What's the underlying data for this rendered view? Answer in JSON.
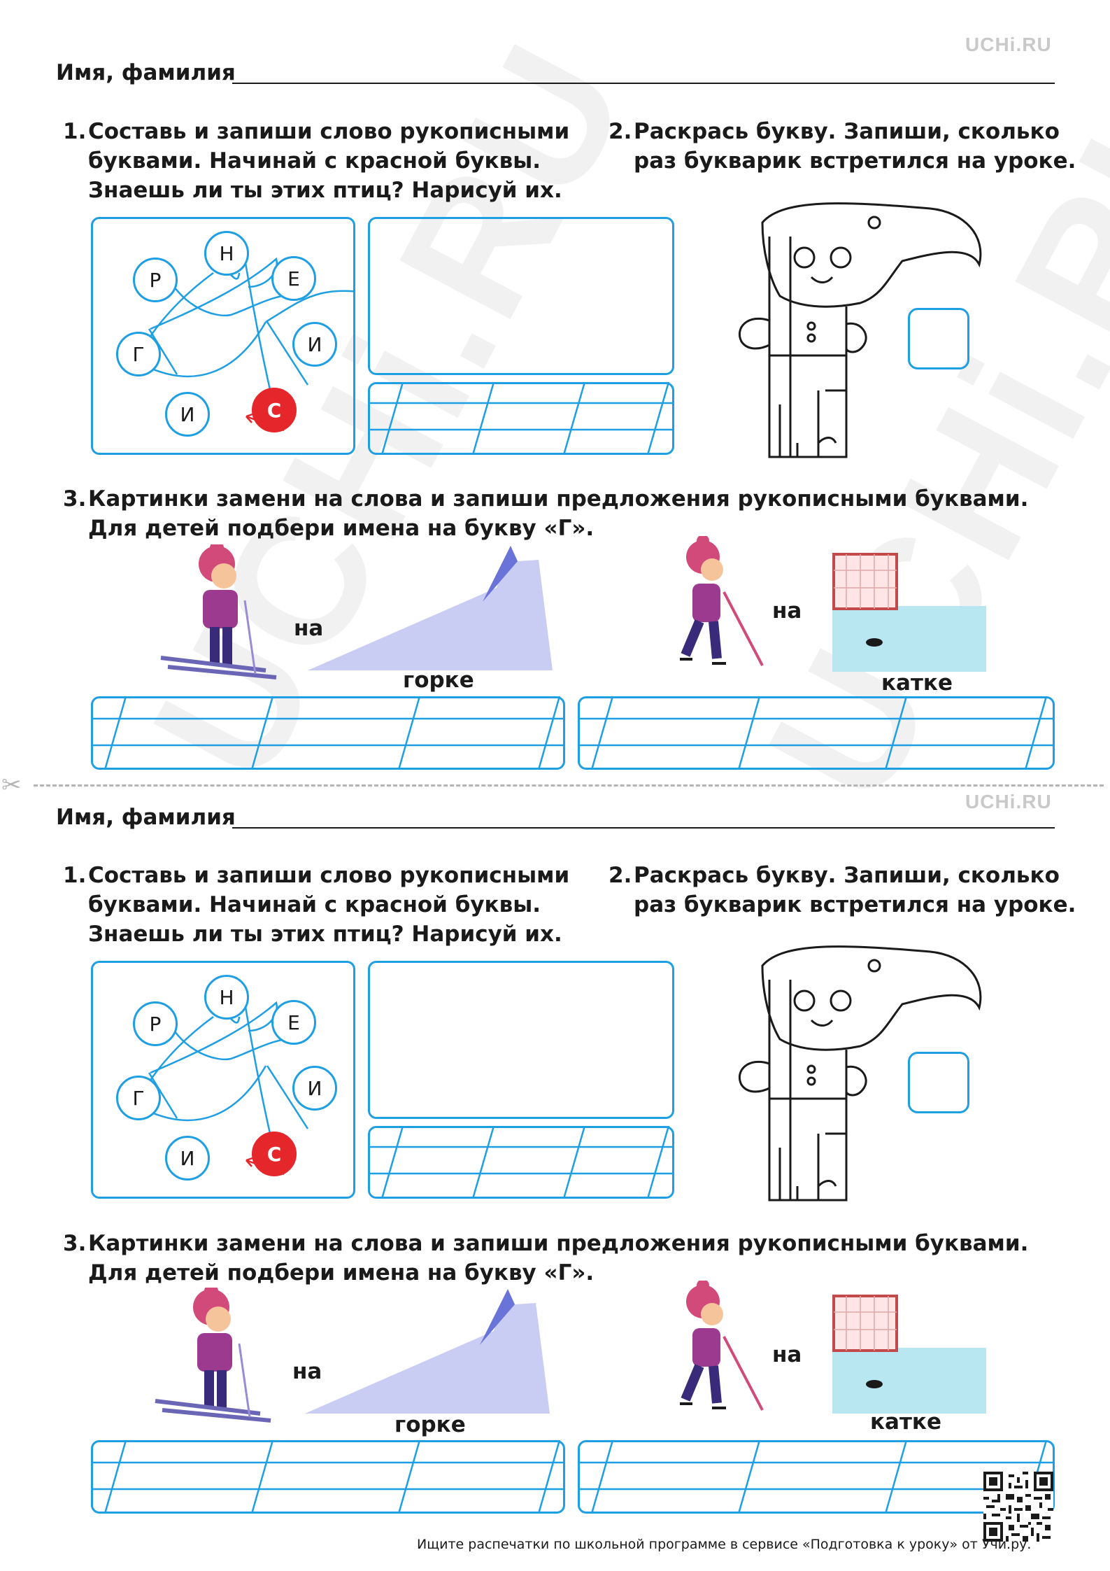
{
  "brand": "UCHi.RU",
  "watermark_text": "UCHi.RU",
  "name_label": "Имя, фамилия",
  "task1": {
    "number": "1.",
    "lines": [
      "Составь и запиши слово рукописными",
      "буквами. Начинай с красной буквы.",
      "Знаешь ли ты этих птиц? Нарисуй их."
    ]
  },
  "task2": {
    "number": "2.",
    "lines": [
      "Раскрась букву. Запиши, сколько",
      "раз букварик встретился на уроке."
    ]
  },
  "task3": {
    "number": "3.",
    "lines": [
      "Картинки замени на слова и запиши предложения рукописными буквами.",
      "Для детей подбери имена на букву «Г»."
    ]
  },
  "letters": {
    "r": "Р",
    "n": "Н",
    "e": "Е",
    "g": "Г",
    "i1": "И",
    "i2": "И",
    "s": "С"
  },
  "scene1": {
    "prep": "на",
    "word": "горке"
  },
  "scene2": {
    "prep": "на",
    "word": "катке"
  },
  "footer_text": "Ищите распечатки по школьной программе в сервисе «Подготовка к уроку» от Учи.ру.",
  "colors": {
    "accent": "#1e9fe3",
    "red": "#e5262b"
  }
}
